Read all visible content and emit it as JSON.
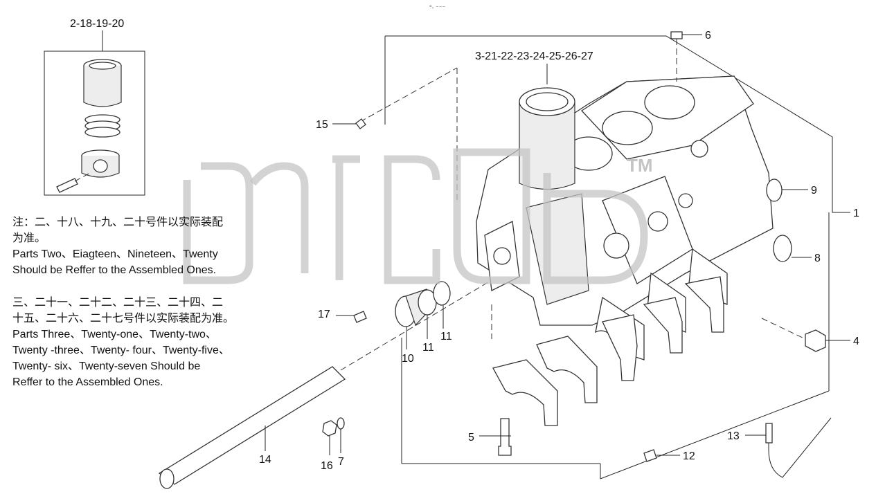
{
  "header": {
    "code": "°- ⁻⁻⁻"
  },
  "callouts": {
    "c_piston": "2-18-19-20",
    "c_liner": "3-21-22-23-24-25-26-27",
    "c1": "1",
    "c4": "4",
    "c5": "5",
    "c6": "6",
    "c7": "7",
    "c8": "8",
    "c9": "9",
    "c10": "10",
    "c11a": "11",
    "c11b": "11",
    "c12": "12",
    "c13": "13",
    "c14": "14",
    "c15": "15",
    "c16": "16",
    "c17": "17"
  },
  "notes": {
    "n1_line1": "注：二、十八、十九、二十号件以实际装配",
    "n1_line2": "为准。",
    "n1_en1": "Parts Two、Eiagteen、Nineteen、Twenty",
    "n1_en2": "Should  be Reffer to the Assembled Ones.",
    "n2_line1": "三、二十一、二十二、二十三、二十四、二",
    "n2_line2": "十五、二十六、二十七号件以实际装配为准。",
    "n2_en1": "Parts Three、Twenty-one、Twenty-two、",
    "n2_en2": "Twenty -three、Twenty- four、Twenty-five、",
    "n2_en3": "Twenty- six、Twenty-seven Should  be",
    "n2_en4": "Reffer to the Assembled Ones."
  },
  "watermark": {
    "text": "ditdp",
    "tm": "TM"
  }
}
